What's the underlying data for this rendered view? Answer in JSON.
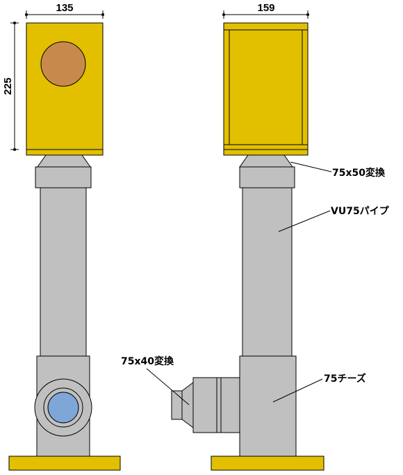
{
  "dimensions": {
    "front_width": "135",
    "front_height": "225",
    "side_width": "159"
  },
  "labels": {
    "reducer_75x50": "75x50変換",
    "pipe_vu75": "VU75パイプ",
    "reducer_75x40": "75x40変換",
    "tee_75": "75チーズ"
  },
  "colors": {
    "wood": "#e2c000",
    "pipe": "#c0c0c0",
    "speaker": "#c88a4c",
    "port": "#7ea6d6",
    "outline": "#000000"
  }
}
